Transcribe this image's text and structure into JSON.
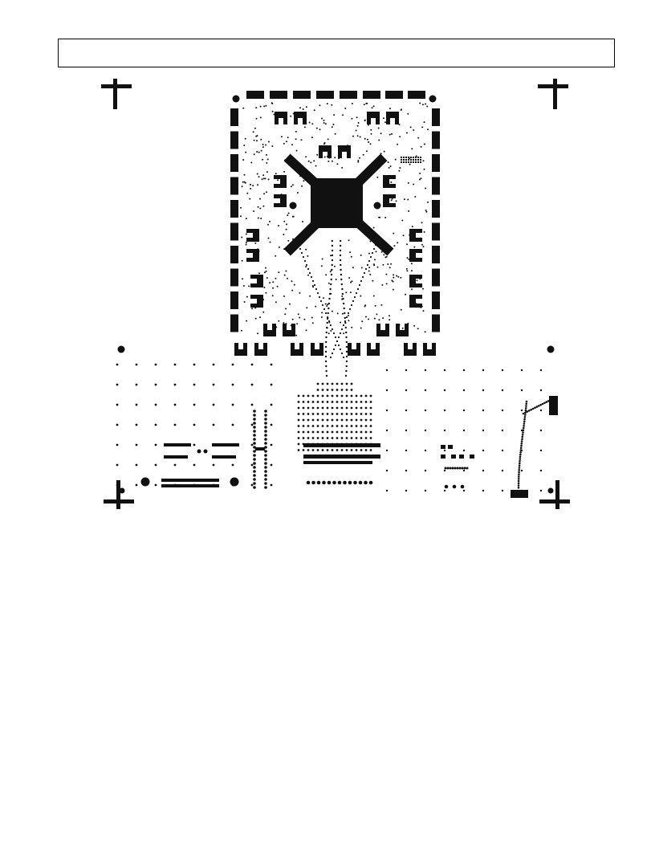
{
  "page": {
    "header_box_text": ""
  },
  "colors": {
    "ink": "#111111",
    "paper": "#ffffff"
  },
  "diagram": {
    "kind": "pcb-layer-artwork",
    "features": [
      "registration-marks",
      "component-footprint",
      "pad-array",
      "via-field",
      "central-die-pad"
    ]
  }
}
